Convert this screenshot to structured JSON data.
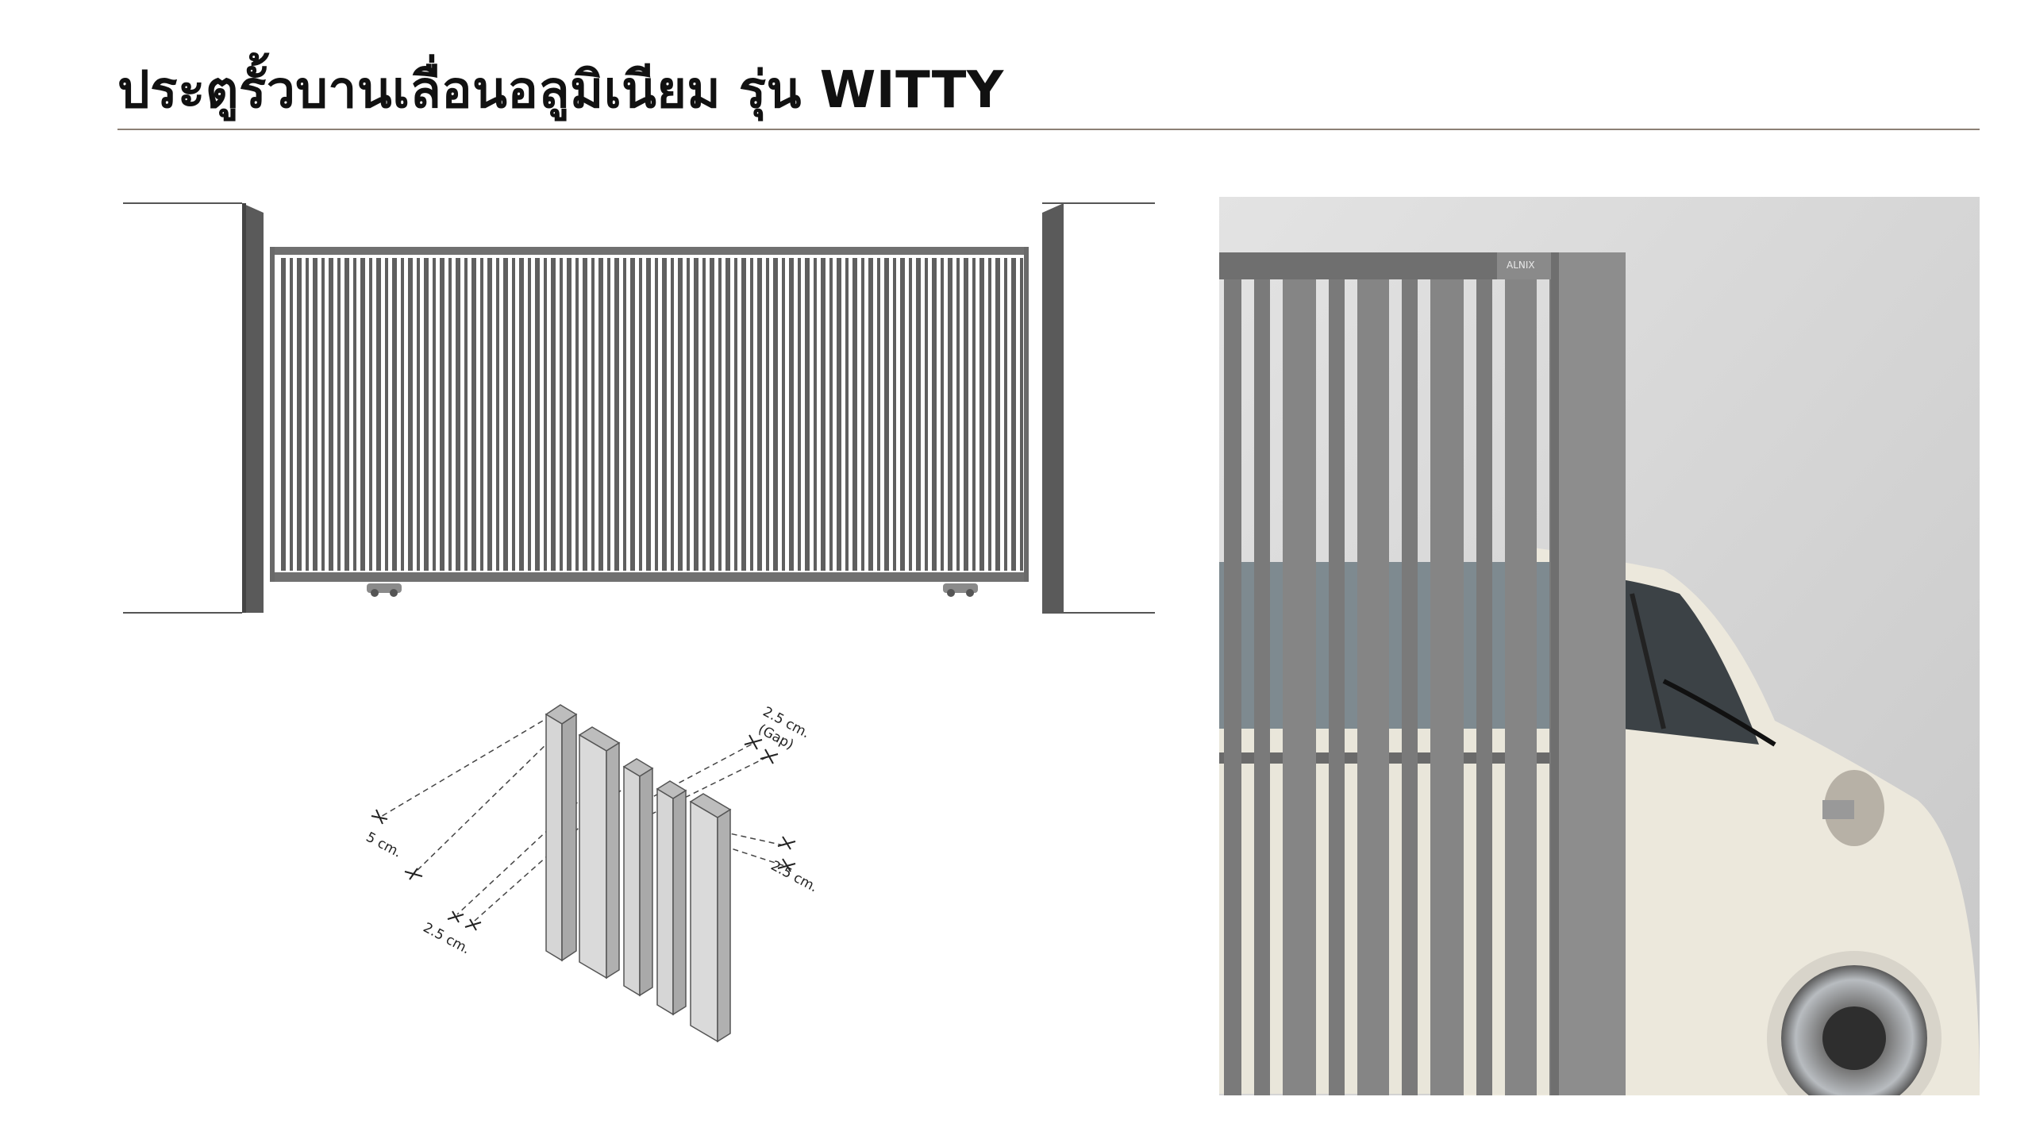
{
  "page": {
    "title": "ประตูรั้วบานเลื่อนอลูมิเนียม รุ่น WITTY"
  },
  "slat_detail": {
    "dim_5cm": "5 cm.",
    "dim_25cm_bottom": "2.5 cm.",
    "dim_25cm_right": "2.5 cm.",
    "dim_gap_value": "2.5 cm.",
    "dim_gap_label": "(Gap)"
  },
  "photo": {
    "brand_tag": "ALNIX"
  },
  "colors": {
    "gate_frame": "#6e6e6e",
    "gate_slat": "#5f5f5f",
    "photo_background": "#d4d4d4",
    "rule": "#8c8075"
  }
}
